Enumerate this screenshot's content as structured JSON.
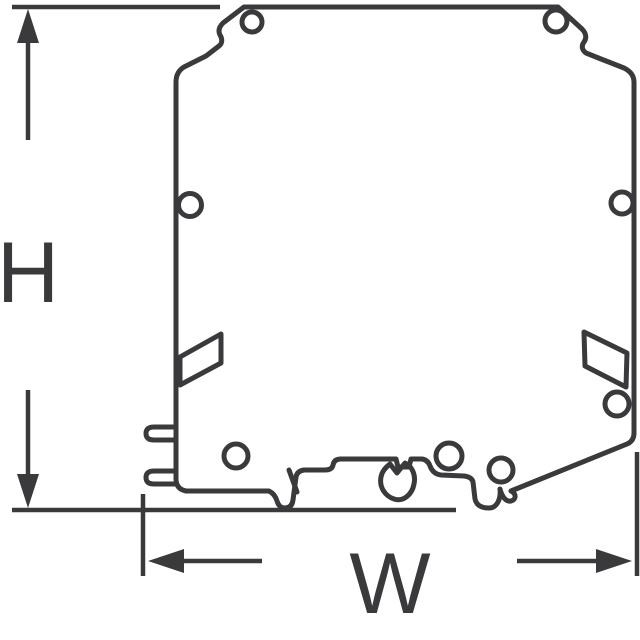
{
  "diagram": {
    "kind": "technical-dimension-drawing",
    "labels": {
      "height": "H",
      "width": "W"
    },
    "colors": {
      "line": "#3a3a3c",
      "background": "#ffffff"
    }
  }
}
